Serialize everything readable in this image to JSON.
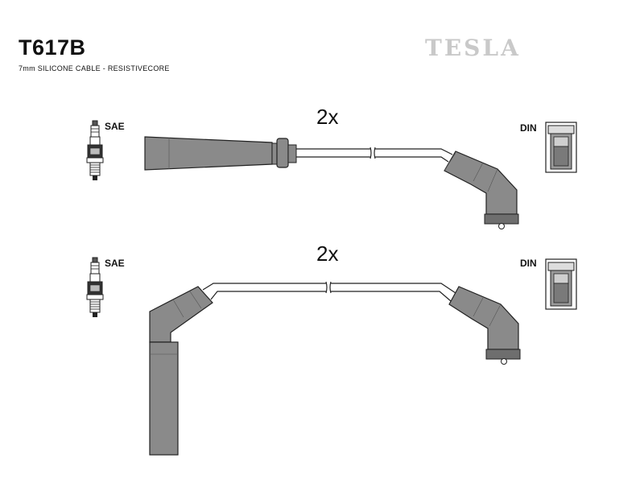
{
  "header": {
    "part_code": "T617B",
    "cable_description": "7mm SILICONE CABLE - RESISTIVECORE",
    "brand": "TESLA"
  },
  "sets": [
    {
      "quantity": "2x",
      "left_connector_label": "SAE",
      "right_connector_label": "DIN"
    },
    {
      "quantity": "2x",
      "left_connector_label": "SAE",
      "right_connector_label": "DIN"
    }
  ],
  "colors": {
    "boot": "#8a8a8a",
    "boot_dark": "#6e6e6e",
    "outline": "#222222",
    "brand": "#c9c9c9"
  },
  "icons": [
    "spark-plug-icon",
    "din-socket-icon",
    "straight-boot-icon",
    "angled-boot-icon"
  ]
}
